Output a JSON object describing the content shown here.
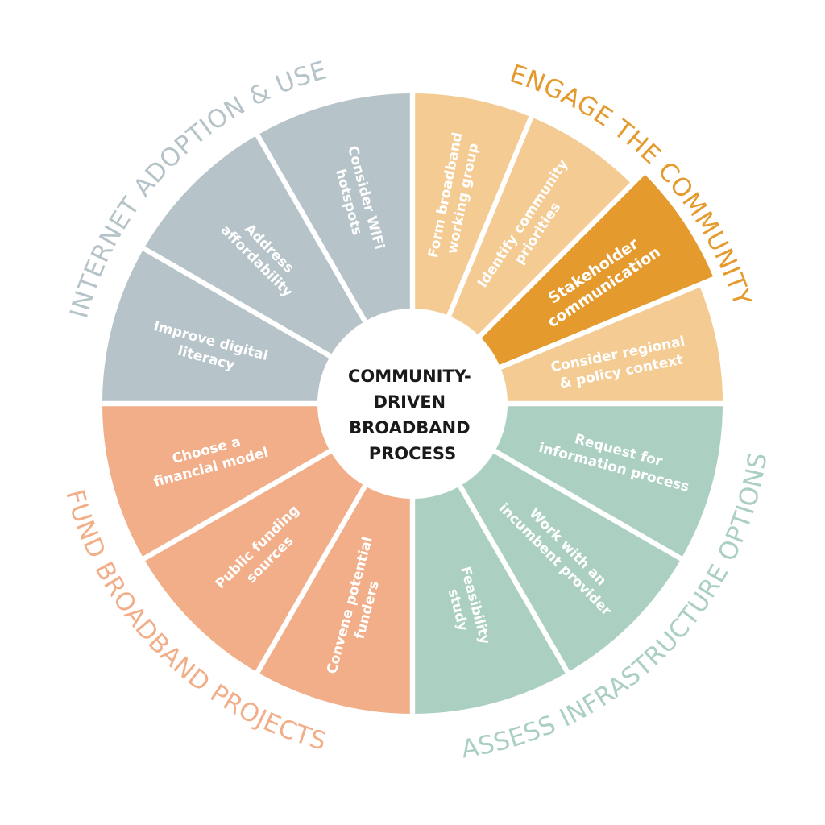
{
  "diagram": {
    "center_lines": [
      "COMMUNITY-",
      "DRIVEN",
      "BROADBAND",
      "PROCESS"
    ],
    "colors": {
      "engage": "#f3cb93",
      "engage_highlight": "#e49a2c",
      "assess": "#abd0c2",
      "fund": "#f1ae88",
      "adoption": "#b6c3c8",
      "engage_title": "#e49a2c",
      "assess_title": "#abd0c2",
      "fund_title": "#f1ae88",
      "adoption_title": "#b6c3c8"
    },
    "groups": [
      {
        "key": "engage",
        "title": "ENGAGE THE COMMUNITY",
        "segments": [
          {
            "lines": [
              "Form broadband",
              "working group"
            ],
            "highlight": false
          },
          {
            "lines": [
              "Identify community",
              "priorities"
            ],
            "highlight": false
          },
          {
            "lines": [
              "Stakeholder",
              "communication"
            ],
            "highlight": true
          },
          {
            "lines": [
              "Consider regional",
              "& policy context"
            ],
            "highlight": false
          }
        ]
      },
      {
        "key": "assess",
        "title": "ASSESS INFRASTRUCTURE OPTIONS",
        "segments": [
          {
            "lines": [
              "Request for",
              "information process"
            ],
            "highlight": false
          },
          {
            "lines": [
              "Work with an",
              "incumbent provider"
            ],
            "highlight": false
          },
          {
            "lines": [
              "Feasibility",
              "study"
            ],
            "highlight": false
          }
        ]
      },
      {
        "key": "fund",
        "title": "FUND BROADBAND PROJECTS",
        "segments": [
          {
            "lines": [
              "Convene potential",
              "funders"
            ],
            "highlight": false
          },
          {
            "lines": [
              "Public funding",
              "sources"
            ],
            "highlight": false
          },
          {
            "lines": [
              "Choose a",
              "financial model"
            ],
            "highlight": false
          }
        ]
      },
      {
        "key": "adoption",
        "title": "INTERNET ADOPTION & USE",
        "segments": [
          {
            "lines": [
              "Improve digital",
              "literacy"
            ],
            "highlight": false
          },
          {
            "lines": [
              "Address",
              "affordability"
            ],
            "highlight": false
          },
          {
            "lines": [
              "Consider WiFi",
              "hotspots"
            ],
            "highlight": false
          }
        ]
      }
    ]
  }
}
